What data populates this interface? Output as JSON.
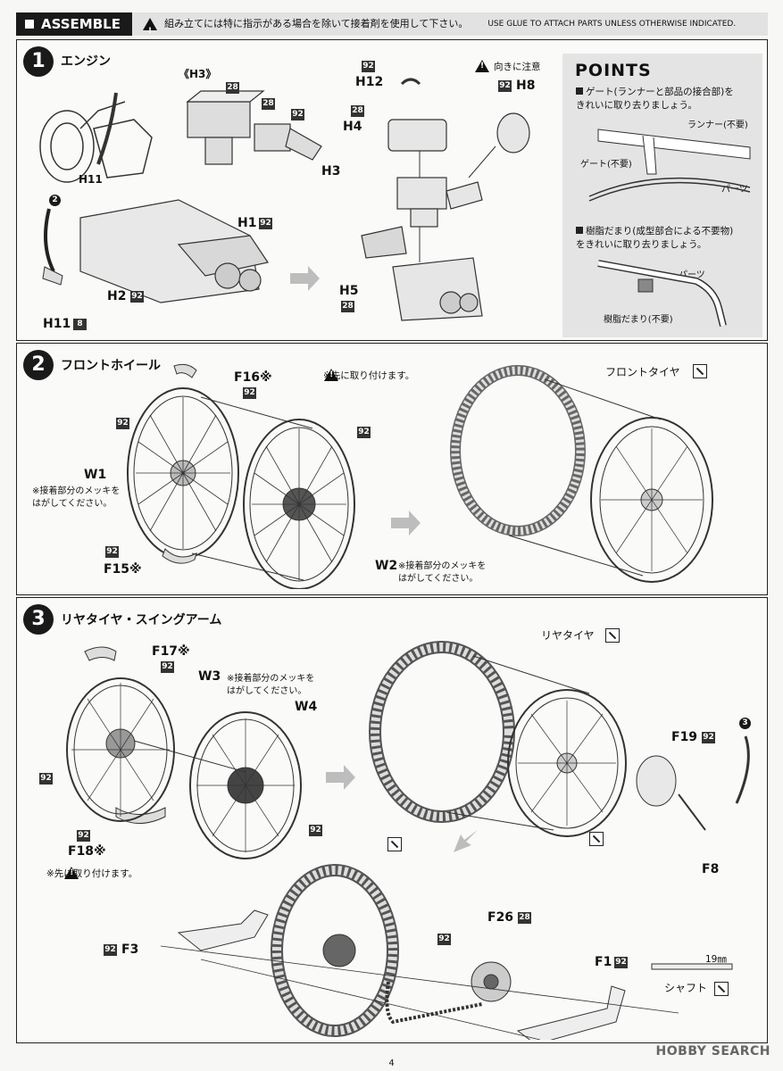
{
  "header": {
    "assemble": "ASSEMBLE",
    "jp_note": "組み立てには特に指示がある場合を除いて接着剤を使用して下さい。",
    "en_note": "USE GLUE TO ATTACH PARTS UNLESS OTHERWISE INDICATED."
  },
  "step1": {
    "num": "1",
    "title": "エンジン",
    "labels": {
      "h11_top": "H11",
      "h3_group": "《H3》",
      "h1": "H1",
      "h2": "H2",
      "h11_bottom": "H11",
      "h12": "H12",
      "h4": "H4",
      "h3": "H3",
      "h8": "H8",
      "h5": "H5",
      "caution": "向きに注意",
      "circle2": "2"
    },
    "badges": {
      "h3g_a": "28",
      "h3g_b": "28",
      "h3g_c": "92",
      "h1": "92",
      "h2": "92",
      "h11": "8",
      "h12": "92",
      "h4": "28",
      "h8": "92",
      "h5": "28"
    }
  },
  "points": {
    "title": "POINTS",
    "gate_text": "ゲート(ランナーと部品の接合部)を\nきれいに取り去りましょう。",
    "runner": "ランナー(不要)",
    "gate": "ゲート(不要)",
    "parts1": "パーツ",
    "resin_text": "樹脂だまり(成型部合による不要物)\nをきれいに取り去りましょう。",
    "parts2": "パーツ",
    "resin": "樹脂だまり(不要)"
  },
  "step2": {
    "num": "2",
    "title": "フロントホイール",
    "caution": "※先に取り付けます。",
    "labels": {
      "f16": "F16※",
      "w1": "W1",
      "w1_note": "※接着部分のメッキを\nはがしてください。",
      "f15": "F15※",
      "w2": "W2",
      "w2_note": "※接着部分のメッキを\nはがしてください。",
      "front_tire": "フロントタイヤ"
    },
    "badges": {
      "f16": "92",
      "w1": "92",
      "w2": "92",
      "f15": "92"
    }
  },
  "step3": {
    "num": "3",
    "title": "リヤタイヤ・スイングアーム",
    "caution": "※先に取り付けます。",
    "labels": {
      "f17": "F17※",
      "w3": "W3",
      "w3_note": "※接着部分のメッキを\nはがしてください。",
      "w4": "W4",
      "f18": "F18※",
      "rear_tire": "リヤタイヤ",
      "f19": "F19",
      "f8": "F8",
      "circle3": "3",
      "f3": "F3",
      "f26": "F26",
      "f1": "F1",
      "length": "19㎜",
      "shaft": "シャフト"
    },
    "badges": {
      "f17": "92",
      "w3": "92",
      "w4": "92",
      "f18": "92",
      "f19": "92",
      "f3": "92",
      "f26": "28",
      "chain": "92",
      "f1": "92"
    }
  },
  "footer": {
    "page": "4",
    "watermark": "HOBBY SEARCH"
  }
}
